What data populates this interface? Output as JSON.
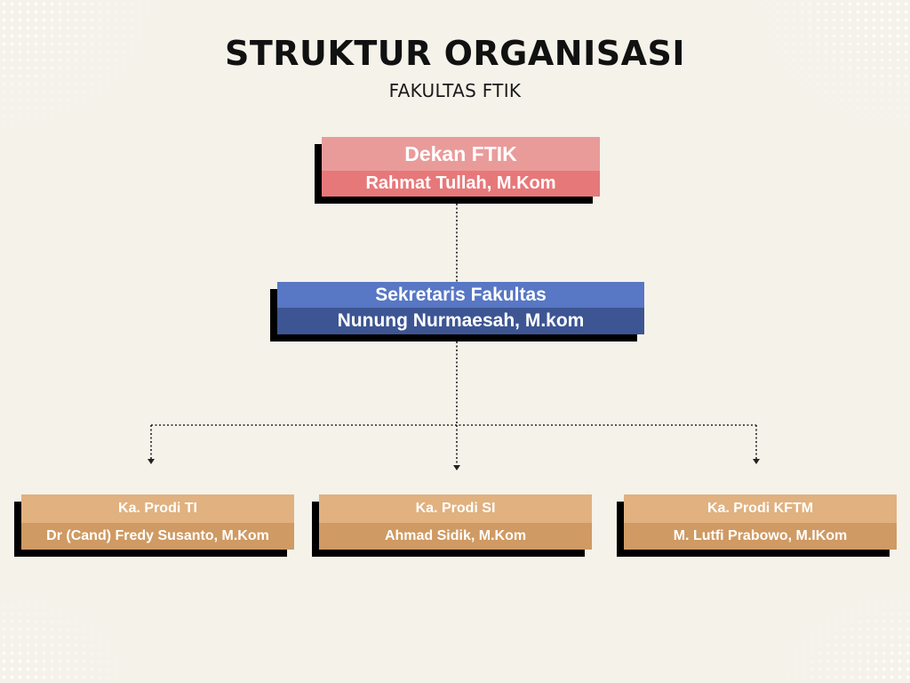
{
  "header": {
    "title": "STRUKTUR ORGANISASI",
    "subtitle": "FAKULTAS FTIK"
  },
  "dekan": {
    "role": "Dekan FTIK",
    "name": "Rahmat Tullah, M.Kom",
    "role_color": "#e99b9a",
    "name_color": "#e7787a"
  },
  "sekretaris": {
    "role": "Sekretaris Fakultas",
    "name": "Nunung Nurmaesah, M.kom",
    "role_color": "#5877c4",
    "name_color": "#3d5593"
  },
  "prodi": [
    {
      "role": "Ka. Prodi TI",
      "name": "Dr (Cand) Fredy Susanto, M.Kom"
    },
    {
      "role": "Ka. Prodi SI",
      "name": "Ahmad Sidik, M.Kom"
    },
    {
      "role": "Ka. Prodi KFTM",
      "name": "M. Lutfi Prabowo, M.IKom"
    }
  ],
  "prodi_colors": {
    "role_color": "#e1b17f",
    "name_color": "#cf9a63"
  },
  "colors": {
    "background": "#f5f2ea",
    "connector": "#222222"
  }
}
